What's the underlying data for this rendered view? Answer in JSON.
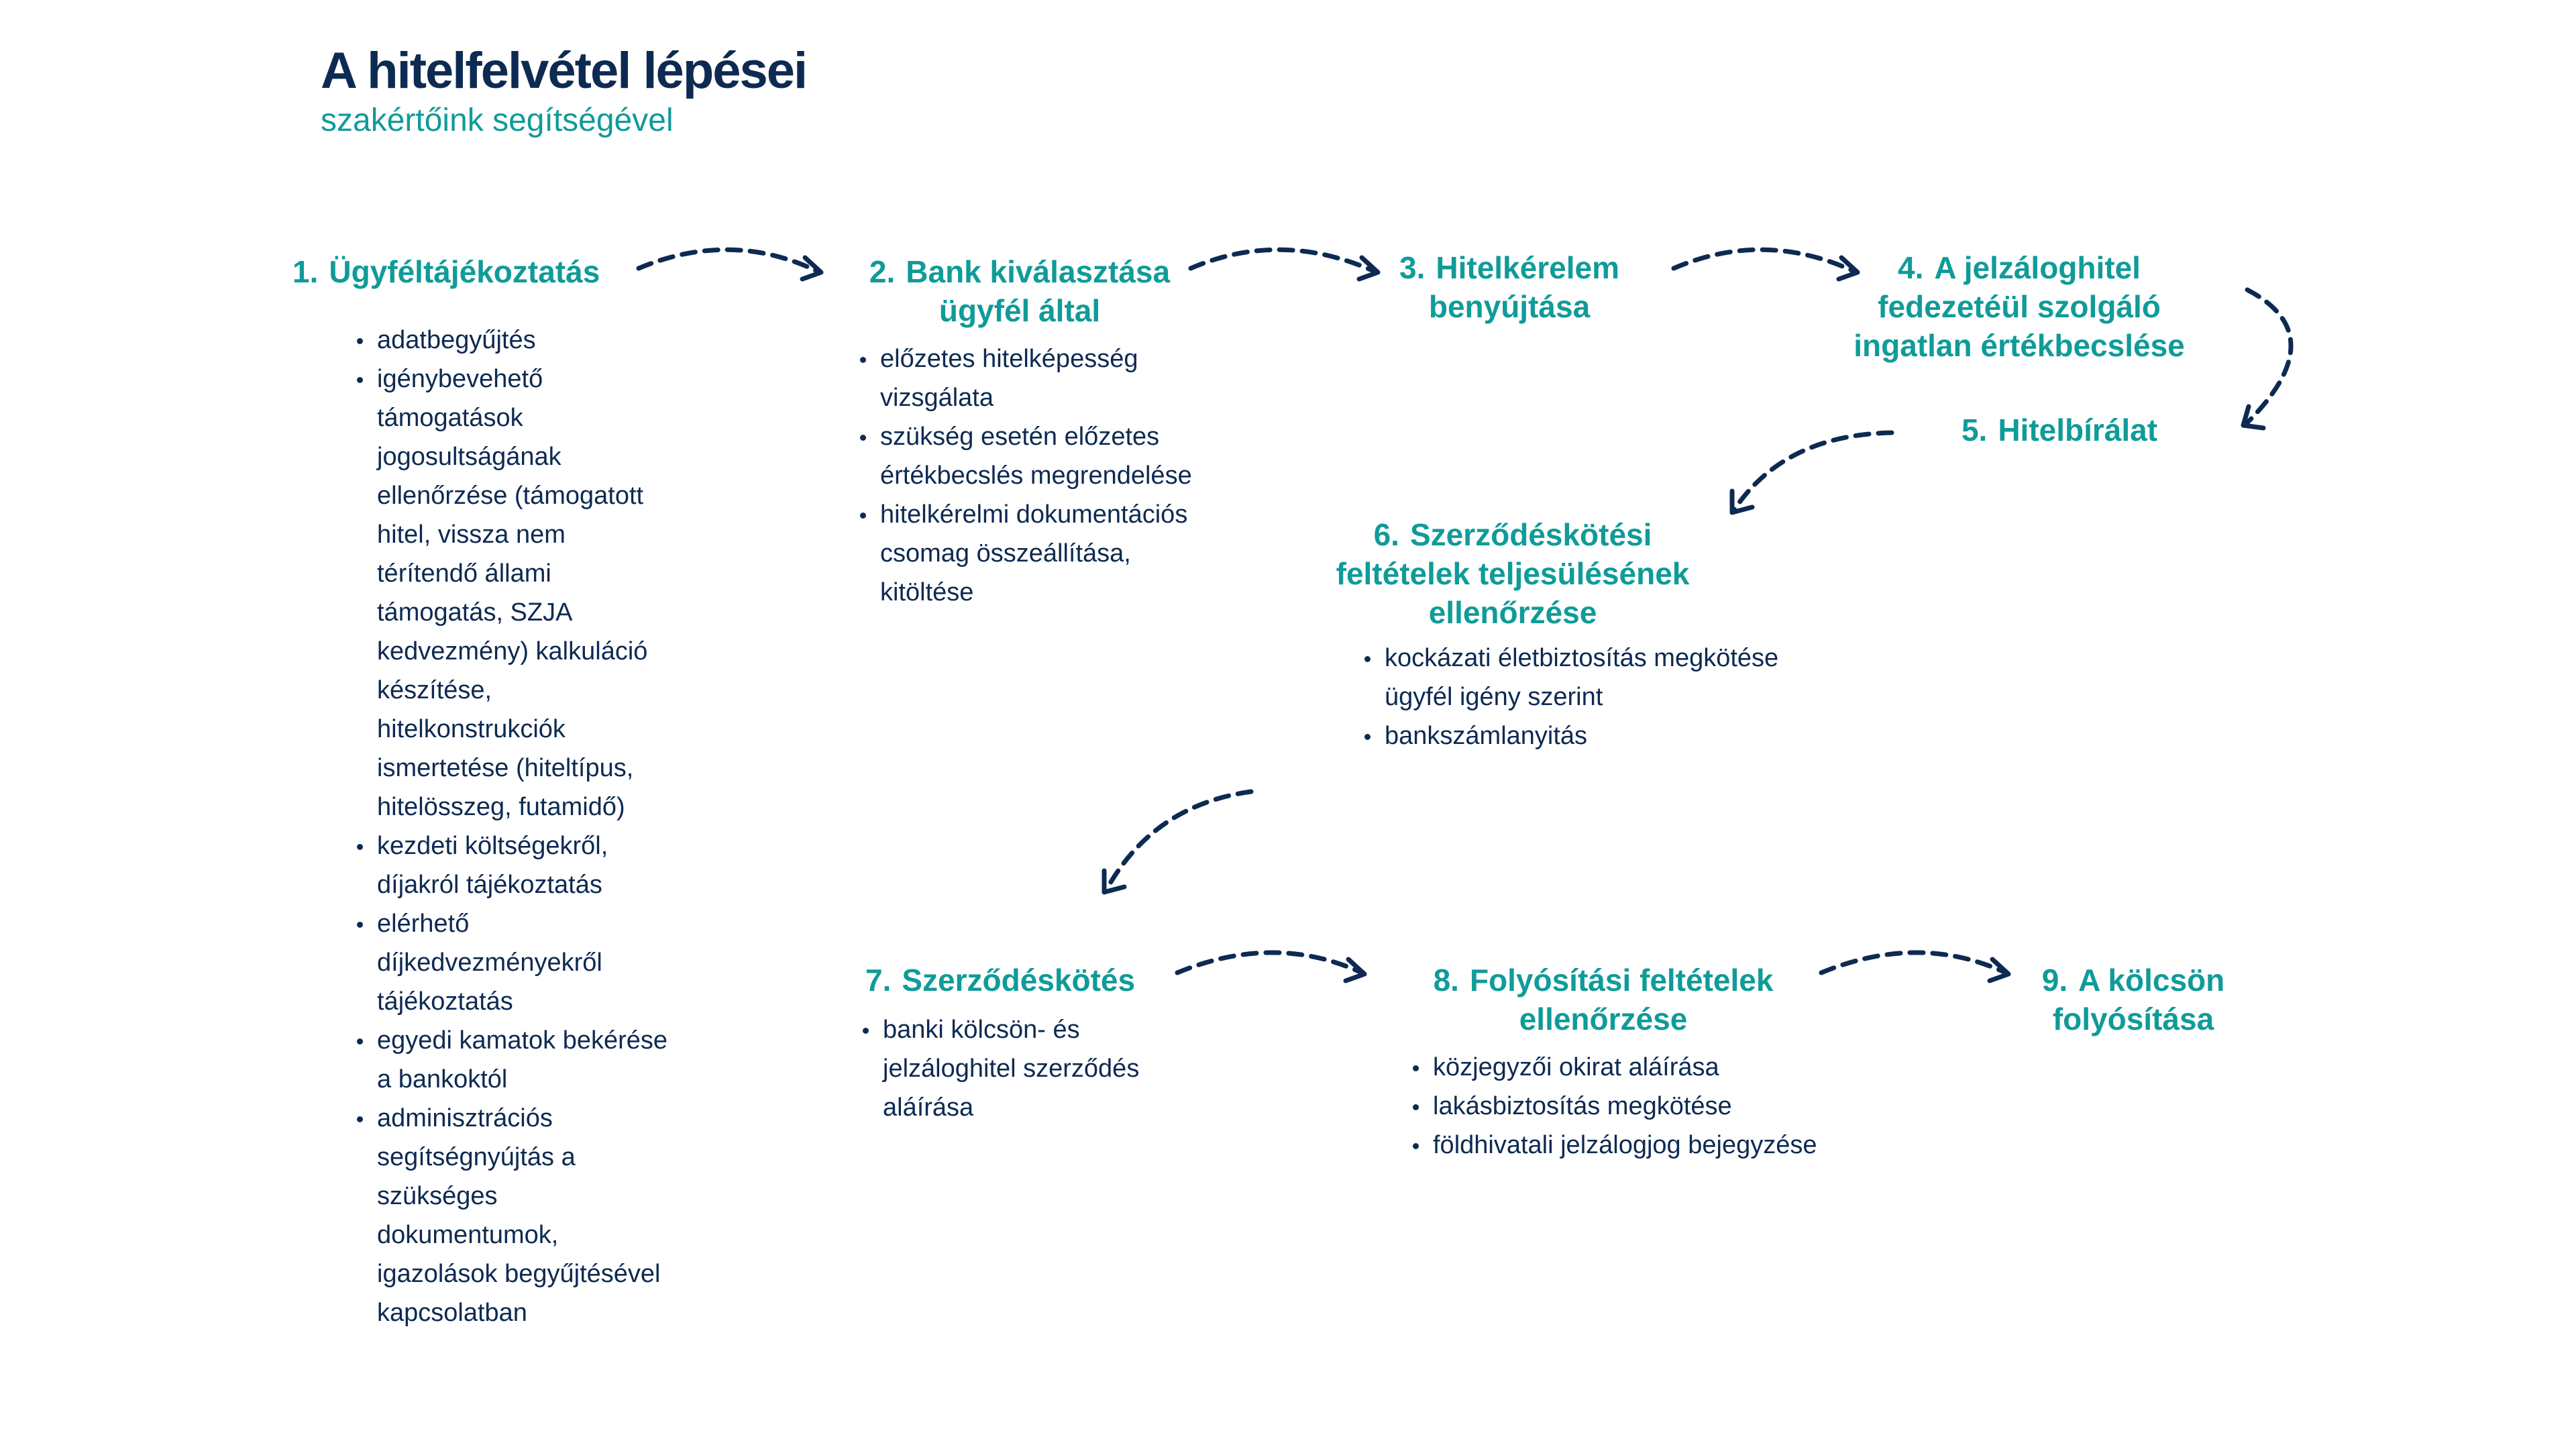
{
  "title": "A hitelfelvétel lépései",
  "subtitle": "szakértőink segítségével",
  "colors": {
    "title": "#0d2a52",
    "accent": "#0f9b99",
    "text": "#0d2a52",
    "arrow": "#0d2a52"
  },
  "steps": [
    {
      "number": "1.",
      "title": "Ügyféltájékoztatás",
      "items": [
        "adatbegyűjtés",
        "igénybevehető támogatások jogosultságának ellenőrzése (támogatott hitel, vissza nem térítendő állami támogatás, SZJA kedvezmény) kalkuláció készítése, hitelkonstrukciók ismertetése (hiteltípus, hitelösszeg, futamidő)",
        "kezdeti költségekről, díjakról tájékoztatás",
        "elérhető díjkedvezményekről tájékoztatás",
        "egyedi kamatok bekérése a bankoktól",
        "adminisztrációs segítségnyújtás a szükséges dokumentumok, igazolások begyűjtésével kapcsolatban"
      ]
    },
    {
      "number": "2.",
      "title": "Bank kiválasztása ügyfél által",
      "items": [
        "előzetes hitelképesség vizsgálata",
        "szükség esetén előzetes értékbecslés megrendelése",
        "hitelkérelmi dokumentációs csomag összeállítása, kitöltése"
      ]
    },
    {
      "number": "3.",
      "title": "Hitelkérelem benyújtása",
      "items": []
    },
    {
      "number": "4.",
      "title": "A jelzáloghitel fedezetéül szolgáló ingatlan értékbecslése",
      "items": []
    },
    {
      "number": "5.",
      "title": "Hitelbírálat",
      "items": []
    },
    {
      "number": "6.",
      "title": "Szerződéskötési feltételek teljesülésének ellenőrzése",
      "items": [
        "kockázati életbiztosítás megkötése ügyfél igény szerint",
        "bankszámlanyitás"
      ]
    },
    {
      "number": "7.",
      "title": "Szerződéskötés",
      "items": [
        "banki kölcsön- és jelzáloghitel szerződés aláírása"
      ]
    },
    {
      "number": "8.",
      "title": "Folyósítási feltételek ellenőrzése",
      "items": [
        "közjegyzői okirat aláírása",
        "lakásbiztosítás megkötése",
        "földhivatali jelzálogjog bejegyzése"
      ]
    },
    {
      "number": "9.",
      "title": "A kölcsön folyósítása",
      "items": []
    }
  ]
}
